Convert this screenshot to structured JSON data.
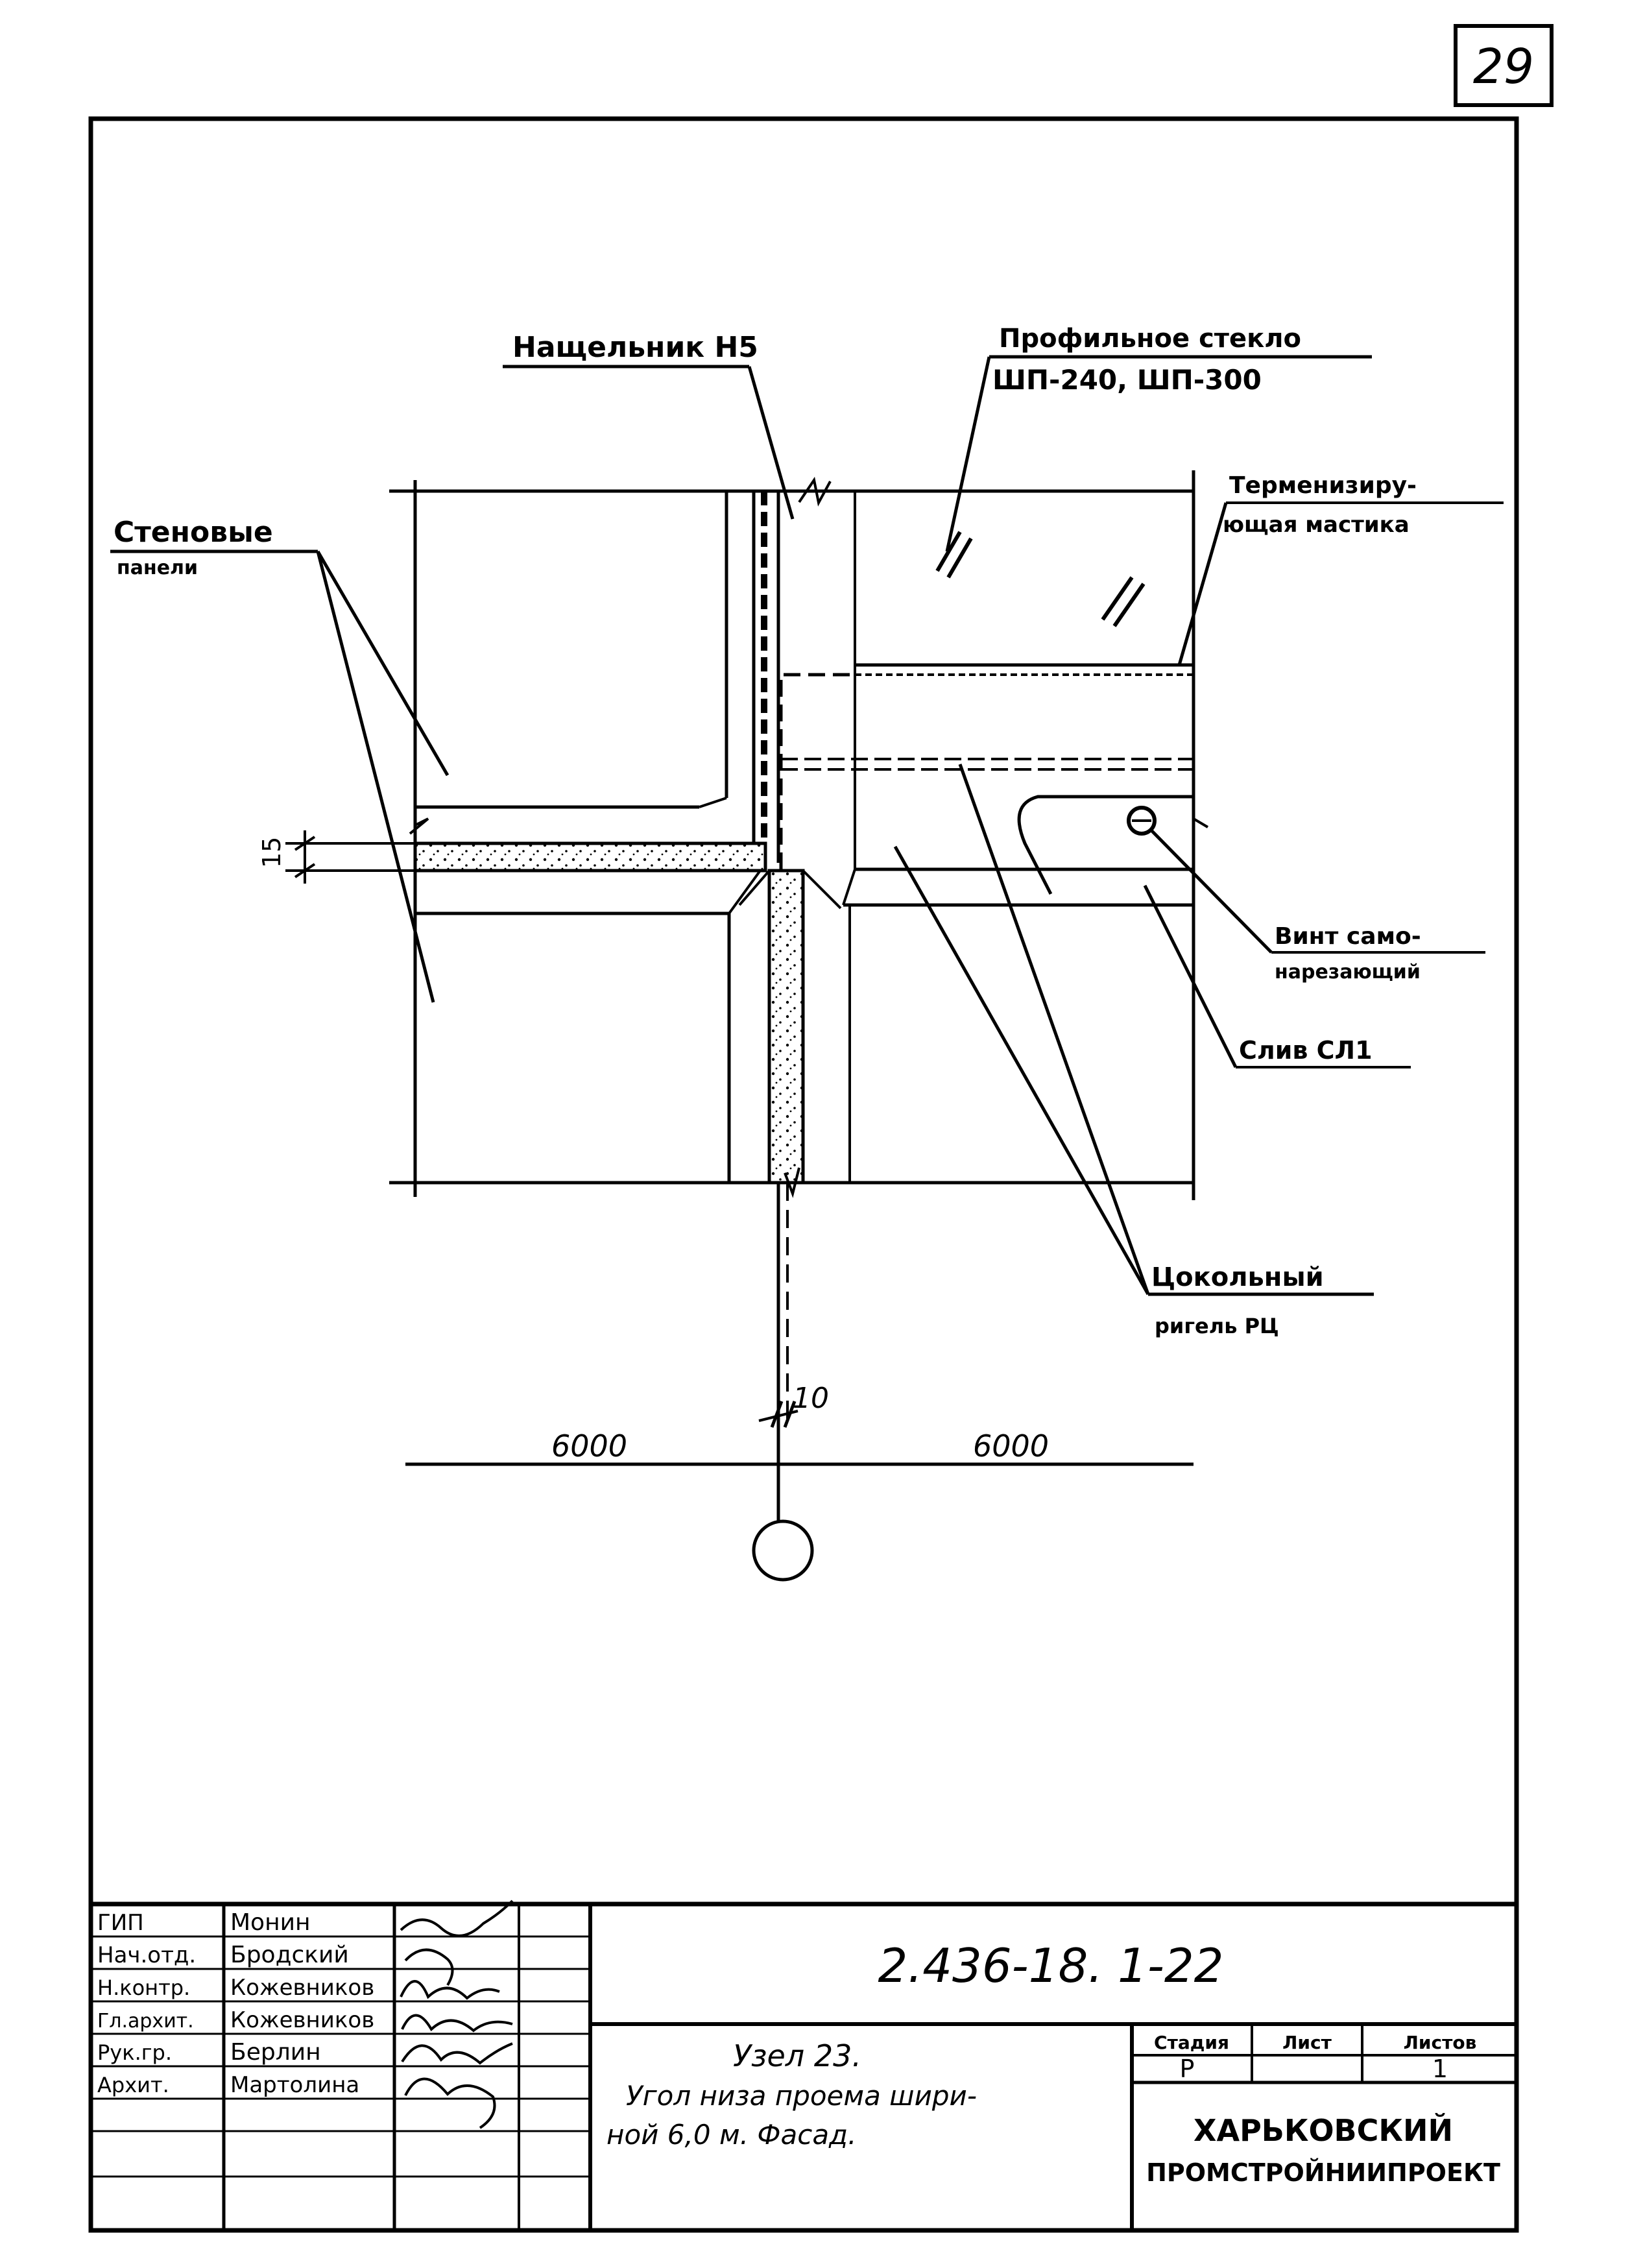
{
  "sheet": {
    "number": "29"
  },
  "callouts": {
    "nashchelnik": "Нащельник Н5",
    "profile_glass_1": "Профильное стекло",
    "profile_glass_2": "ШП-240, ШП-300",
    "mastic_1": "Терменизиру-",
    "mastic_2": "ющая мастика",
    "wall_panels_1": "Стеновые",
    "wall_panels_2": "панели",
    "screw_1": "Винт само-",
    "screw_2": "нарезающий",
    "drip": "Слив СЛ1",
    "girder_1": "Цокольный",
    "girder_2": "ригель РЦ",
    "dim_15": "15",
    "dim_10": "10",
    "span_left": "6000",
    "span_right": "6000"
  },
  "title_block": {
    "code": "2.436-18. 1-22",
    "title_1": "Узел 23.",
    "title_2": "Угол низа проема шири-",
    "title_3": "ной 6,0 м. Фасад.",
    "stage_header": "Стадия",
    "sheet_header": "Лист",
    "sheets_header": "Листов",
    "stage_value": "Р",
    "sheet_value": "",
    "sheets_value": "1",
    "org_1": "ХАРЬКОВСКИЙ",
    "org_2": "ПРОМСТРОЙНИИПРОЕКТ",
    "signatures": [
      {
        "role": "ГИП",
        "name": "Монин"
      },
      {
        "role": "Нач.отд.",
        "name": "Бродский"
      },
      {
        "role": "Н.контр.",
        "name": "Кожевников"
      },
      {
        "role": "Гл.архит.",
        "name": "Кожевников"
      },
      {
        "role": "Рук.гр.",
        "name": "Берлин"
      },
      {
        "role": "Архит.",
        "name": "Мартолина"
      }
    ]
  }
}
